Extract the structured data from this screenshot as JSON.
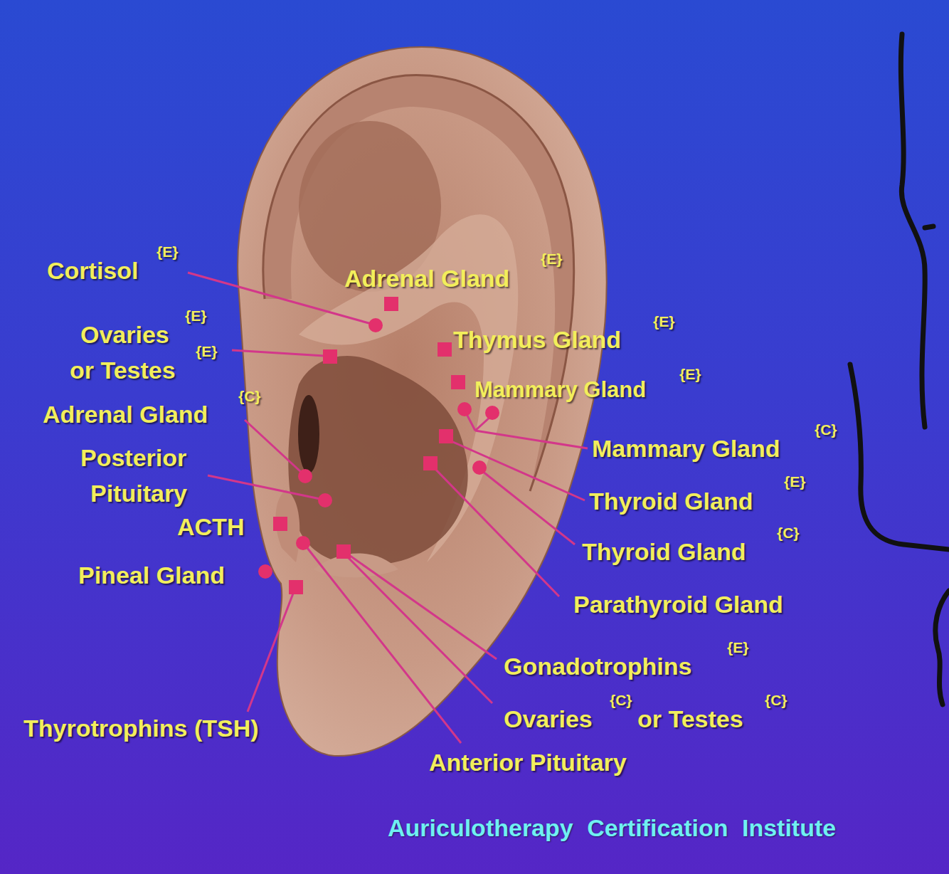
{
  "diagram": {
    "labels": [
      "Cortisol",
      "{E}",
      "Adrenal Gland",
      "{E}",
      "Ovaries",
      "{E}",
      "or Testes",
      "{E}",
      "Thymus Gland",
      "{E}",
      "Mammary Gland",
      "{E}",
      "Adrenal Gland",
      "{C}",
      "Mammary Gland",
      "{C}",
      "Posterior",
      "Pituitary",
      "Thyroid Gland",
      "{E}",
      "ACTH",
      "Thyroid Gland",
      "{C}",
      "Pineal Gland",
      "Parathyroid Gland",
      "Gonadotrophins",
      "{E}",
      "Ovaries",
      "{C}",
      "or Testes",
      "{C}",
      "Thyrotrophins (TSH)",
      "Anterior Pituitary",
      "Auriculotherapy Certification Institute"
    ]
  }
}
